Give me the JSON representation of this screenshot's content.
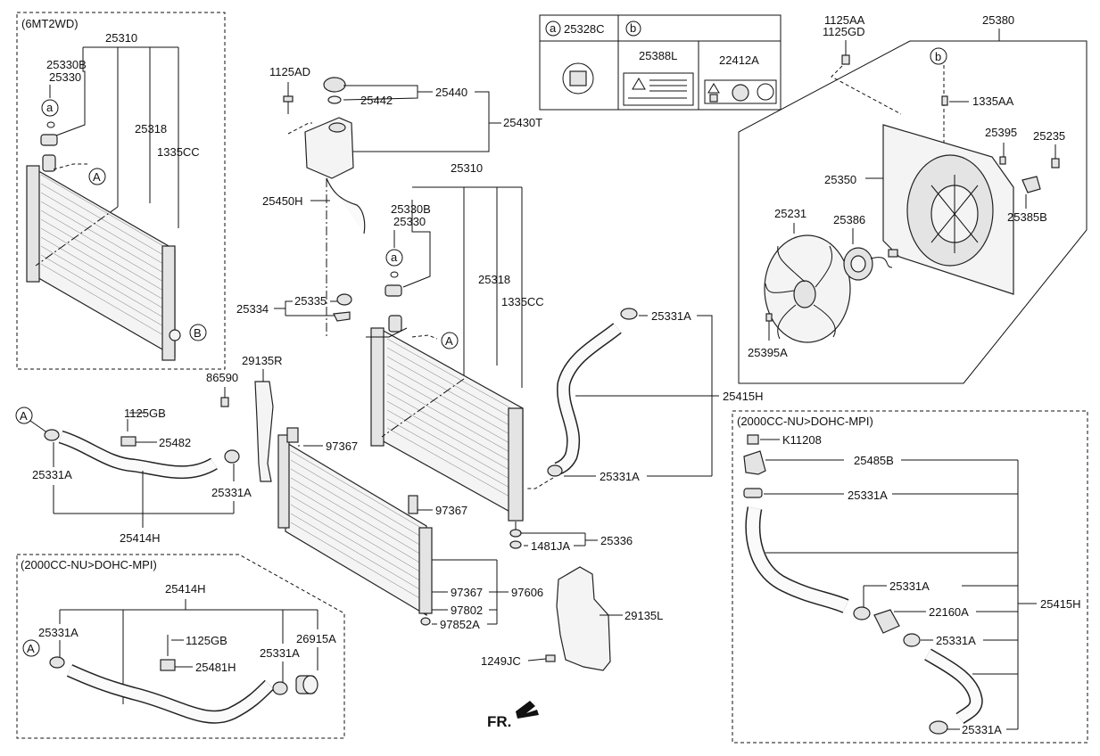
{
  "sections": {
    "mt_box": "(6MT2WD)",
    "nu_box_left": "(2000CC-NU>DOHC-MPI)",
    "nu_box_right": "(2000CC-NU>DOHC-MPI)"
  },
  "label_table": {
    "a_mark": "a",
    "a_code": "25328C",
    "b_mark": "b",
    "b_code_1": "25388L",
    "b_code_2": "22412A"
  },
  "markers": {
    "a": "a",
    "b": "b",
    "A": "A",
    "B": "B"
  },
  "labels": {
    "mt_25310": "25310",
    "mt_25330B": "25330B",
    "mt_25330": "25330",
    "mt_25318": "25318",
    "mt_1335CC": "1335CC",
    "p_1125AD": "1125AD",
    "p_25442": "25442",
    "p_25440": "25440",
    "p_25430T": "25430T",
    "p_25450H": "25450H",
    "m_25310": "25310",
    "m_25330B": "25330B",
    "m_25330": "25330",
    "m_25318": "25318",
    "m_1335CC": "1335CC",
    "m_25335": "25335",
    "m_25334": "25334",
    "p_29135R": "29135R",
    "p_86590": "86590",
    "p_97367_a": "97367",
    "p_97367_b": "97367",
    "p_97367_c": "97367",
    "p_97606": "97606",
    "p_97802": "97802",
    "p_97852A": "97852A",
    "p_25331A_top": "25331A",
    "p_25415H_mid": "25415H",
    "p_25331A_mid": "25331A",
    "p_25336": "25336",
    "p_1481JA": "1481JA",
    "p_29135L": "29135L",
    "p_1249JC": "1249JC",
    "l_1125GB": "1125GB",
    "l_25482": "25482",
    "l_25331A_left": "25331A",
    "l_25331A_right": "25331A",
    "l_25414H": "25414H",
    "f_1125AA": "1125AA",
    "f_1125GD": "1125GD",
    "f_25380": "25380",
    "f_1335AA": "1335AA",
    "f_25395": "25395",
    "f_25235": "25235",
    "f_25350": "25350",
    "f_25385B": "25385B",
    "f_25231": "25231",
    "f_25386": "25386",
    "f_25395A": "25395A",
    "bl_25414H": "25414H",
    "bl_25331A_a": "25331A",
    "bl_1125GB": "1125GB",
    "bl_25481H": "25481H",
    "bl_25331A_b": "25331A",
    "bl_26915A": "26915A",
    "br_K11208": "K11208",
    "br_25485B": "25485B",
    "br_25331A_a": "25331A",
    "br_25331A_b": "25331A",
    "br_22160A": "22160A",
    "br_25331A_c": "25331A",
    "br_25331A_d": "25331A",
    "br_25415H": "25415H"
  },
  "front_indicator": "FR."
}
